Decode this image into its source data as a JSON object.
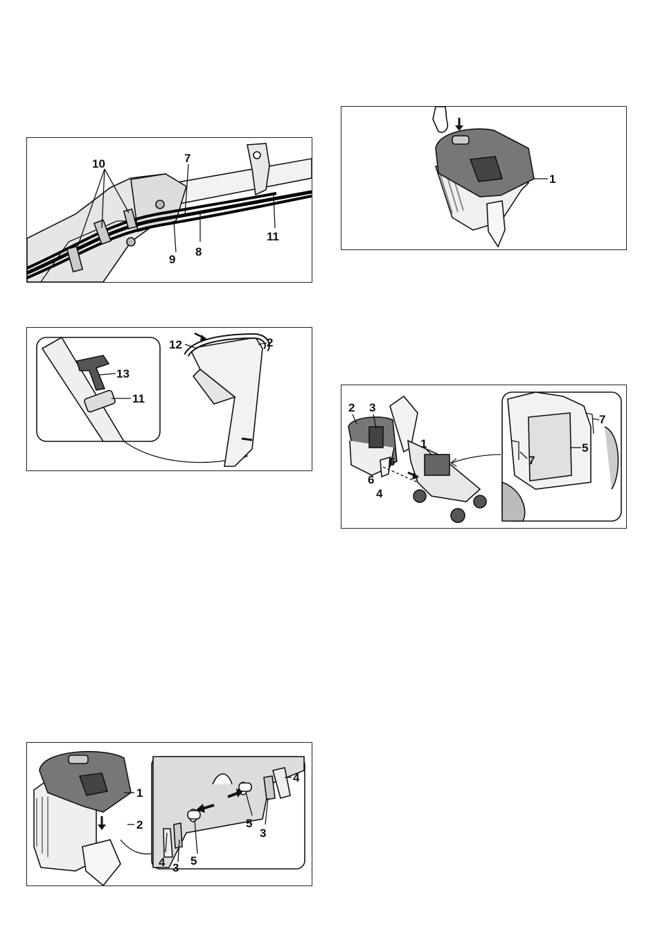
{
  "figure1": {
    "labels": [
      "10",
      "7",
      "9",
      "8",
      "11"
    ]
  },
  "figure2": {
    "labels": [
      "13",
      "11",
      "12",
      "2"
    ]
  },
  "figure3": {
    "labels": [
      "1",
      "2",
      "4",
      "3",
      "5",
      "5",
      "3",
      "4"
    ]
  },
  "figure4": {
    "labels": [
      "1"
    ]
  },
  "figure5": {
    "labels": [
      "2",
      "3",
      "1",
      "6",
      "6",
      "4",
      "7",
      "5",
      "7"
    ]
  }
}
